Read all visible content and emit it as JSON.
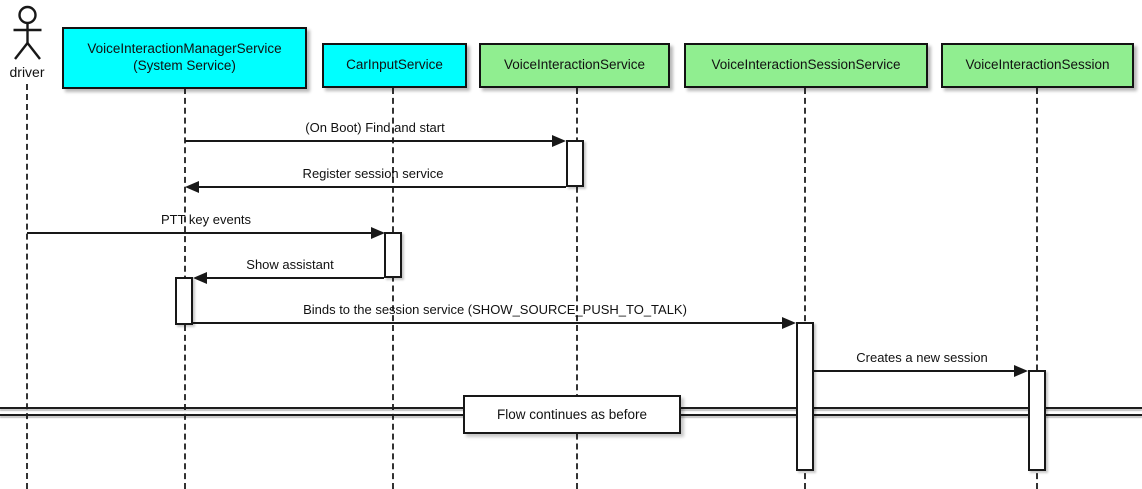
{
  "diagram_type": "uml-sequence",
  "actor": {
    "name": "driver"
  },
  "participants": [
    {
      "name": "VoiceInteractionManagerService\n(System Service)",
      "fill": "#00FFFF"
    },
    {
      "name": "CarInputService",
      "fill": "#00FFFF"
    },
    {
      "name": "VoiceInteractionService",
      "fill": "#90EE90"
    },
    {
      "name": "VoiceInteractionSessionService",
      "fill": "#90EE90"
    },
    {
      "name": "VoiceInteractionSession",
      "fill": "#90EE90"
    }
  ],
  "messages": [
    {
      "label": "(On Boot) Find and start",
      "from": "VoiceInteractionManagerService (System Service)",
      "to": "VoiceInteractionService",
      "direction": "right"
    },
    {
      "label": "Register session service",
      "from": "VoiceInteractionService",
      "to": "VoiceInteractionManagerService (System Service)",
      "direction": "left"
    },
    {
      "label": "PTT key events",
      "from": "driver",
      "to": "CarInputService",
      "direction": "right"
    },
    {
      "label": "Show assistant",
      "from": "CarInputService",
      "to": "VoiceInteractionManagerService (System Service)",
      "direction": "left"
    },
    {
      "label": "Binds to the session service (SHOW_SOURCE_PUSH_TO_TALK)",
      "from": "VoiceInteractionManagerService (System Service)",
      "to": "VoiceInteractionSessionService",
      "direction": "right"
    },
    {
      "label": "Creates a new session",
      "from": "VoiceInteractionSessionService",
      "to": "VoiceInteractionSession",
      "direction": "right"
    }
  ],
  "divider": {
    "label": "Flow continues as before"
  },
  "colors": {
    "participant_cyan": "#00FFFF",
    "participant_green": "#90EE90",
    "line": "#181818",
    "background": "#FFFFFF"
  }
}
